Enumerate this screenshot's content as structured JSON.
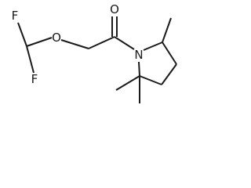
{
  "molecule": {
    "atoms": {
      "f1": "F",
      "f2": "F",
      "o_ether": "O",
      "o_carbonyl": "O",
      "n_ring": "N"
    }
  }
}
